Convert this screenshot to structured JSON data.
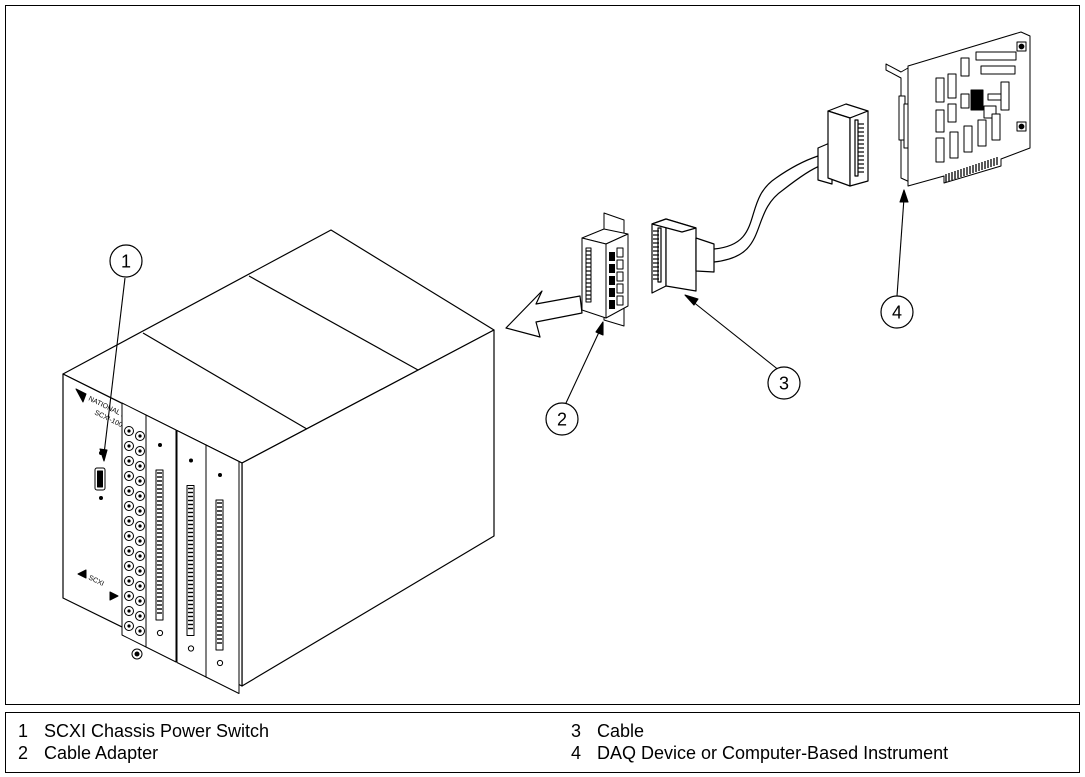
{
  "figure": {
    "chassis": {
      "brand_text": "NATIONAL INSTRUMENTS",
      "model_text": "SCXI-1000",
      "bottom_text": "SCXI"
    },
    "callouts": [
      {
        "number": "1",
        "label": "SCXI Chassis Power Switch"
      },
      {
        "number": "2",
        "label": "Cable Adapter"
      },
      {
        "number": "3",
        "label": "Cable"
      },
      {
        "number": "4",
        "label": "DAQ Device or Computer-Based Instrument"
      }
    ]
  },
  "icons": {
    "arrow": "insertion-arrow-icon",
    "chassis": "scxi-chassis-icon",
    "adapter": "cable-adapter-icon",
    "cable": "cable-icon",
    "card": "daq-card-icon"
  }
}
